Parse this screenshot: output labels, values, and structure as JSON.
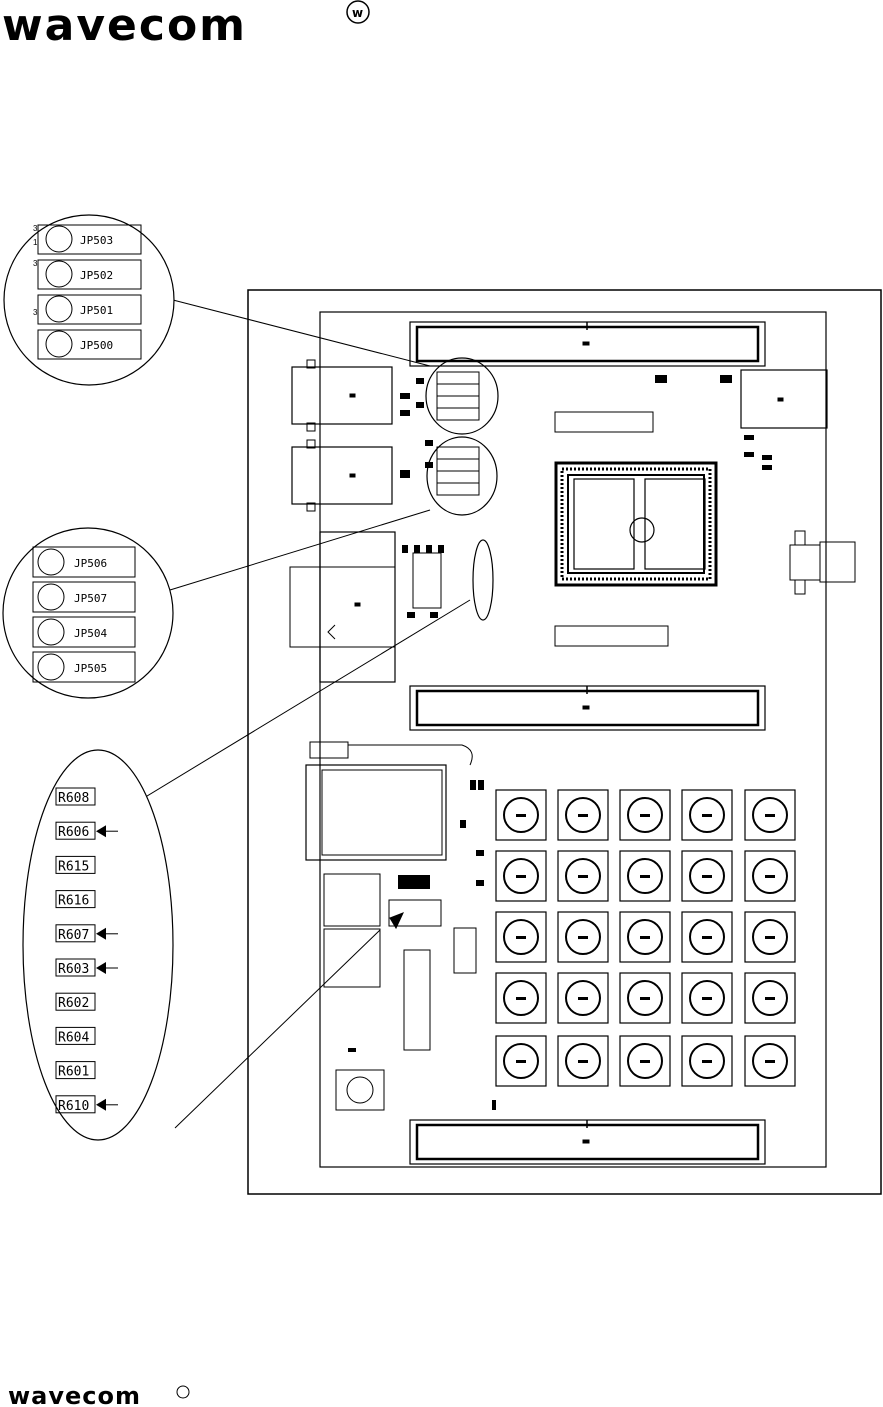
{
  "logo": {
    "wordmark": "wavecom",
    "mark": "w"
  },
  "callout_jumpers_top": {
    "items": [
      {
        "label": "JP503",
        "pin_top": "3",
        "pin_bottom": "1"
      },
      {
        "label": "JP502",
        "pin_top": "3",
        "pin_bottom": ""
      },
      {
        "label": "JP501",
        "pin_top": "",
        "pin_bottom": "3"
      },
      {
        "label": "JP500",
        "pin_top": "",
        "pin_bottom": ""
      }
    ]
  },
  "callout_jumpers_mid": {
    "items": [
      {
        "label": "JP506"
      },
      {
        "label": "JP507"
      },
      {
        "label": "JP504"
      },
      {
        "label": "JP505"
      }
    ]
  },
  "callout_resistors": {
    "items": [
      {
        "label": "R608",
        "arrow": false
      },
      {
        "label": "R606",
        "arrow": true
      },
      {
        "label": "R615",
        "arrow": false
      },
      {
        "label": "R616",
        "arrow": false
      },
      {
        "label": "R607",
        "arrow": true
      },
      {
        "label": "R603",
        "arrow": true
      },
      {
        "label": "R602",
        "arrow": false
      },
      {
        "label": "R604",
        "arrow": false
      },
      {
        "label": "R601",
        "arrow": false
      },
      {
        "label": "R610",
        "arrow": true
      }
    ]
  },
  "colors": {
    "ink": "#000000",
    "paper": "#ffffff"
  }
}
